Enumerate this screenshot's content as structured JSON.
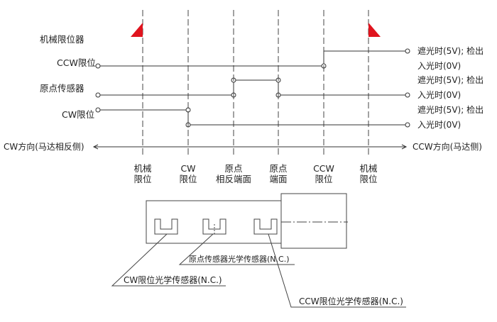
{
  "signals": {
    "mech_limit": "机械限位器",
    "ccw_limit": "CCW限位",
    "origin_sensor": "原点传感器",
    "cw_limit": "CW限位"
  },
  "states": {
    "ccw_high": "遮光时(5V); 检出",
    "ccw_low": "入光时(0V)",
    "origin_high": "遮光时(5V); 检出",
    "origin_low": "入光时(0V)",
    "cw_high": "遮光时(5V); 检出",
    "cw_low": "入光时(0V)"
  },
  "directions": {
    "cw": "CW方向(马达相反侧)",
    "ccw": "CCW方向(马达侧)"
  },
  "positions": {
    "mech_left": [
      "机械",
      "限位"
    ],
    "cw": [
      "CW",
      "限位"
    ],
    "origin_near": [
      "原点",
      "相反端面"
    ],
    "origin_far": [
      "原点",
      "端面"
    ],
    "ccw": [
      "CCW",
      "限位"
    ],
    "mech_right": [
      "机械",
      "限位"
    ]
  },
  "sensors": {
    "origin": "原点传感器光学传感器(N.C.)",
    "cw": "CW限位光学传感器(N.C.)",
    "ccw": "CCW限位光学传感器(N.C.)"
  },
  "colors": {
    "stopper": "#e0141e",
    "line": "#333333"
  }
}
